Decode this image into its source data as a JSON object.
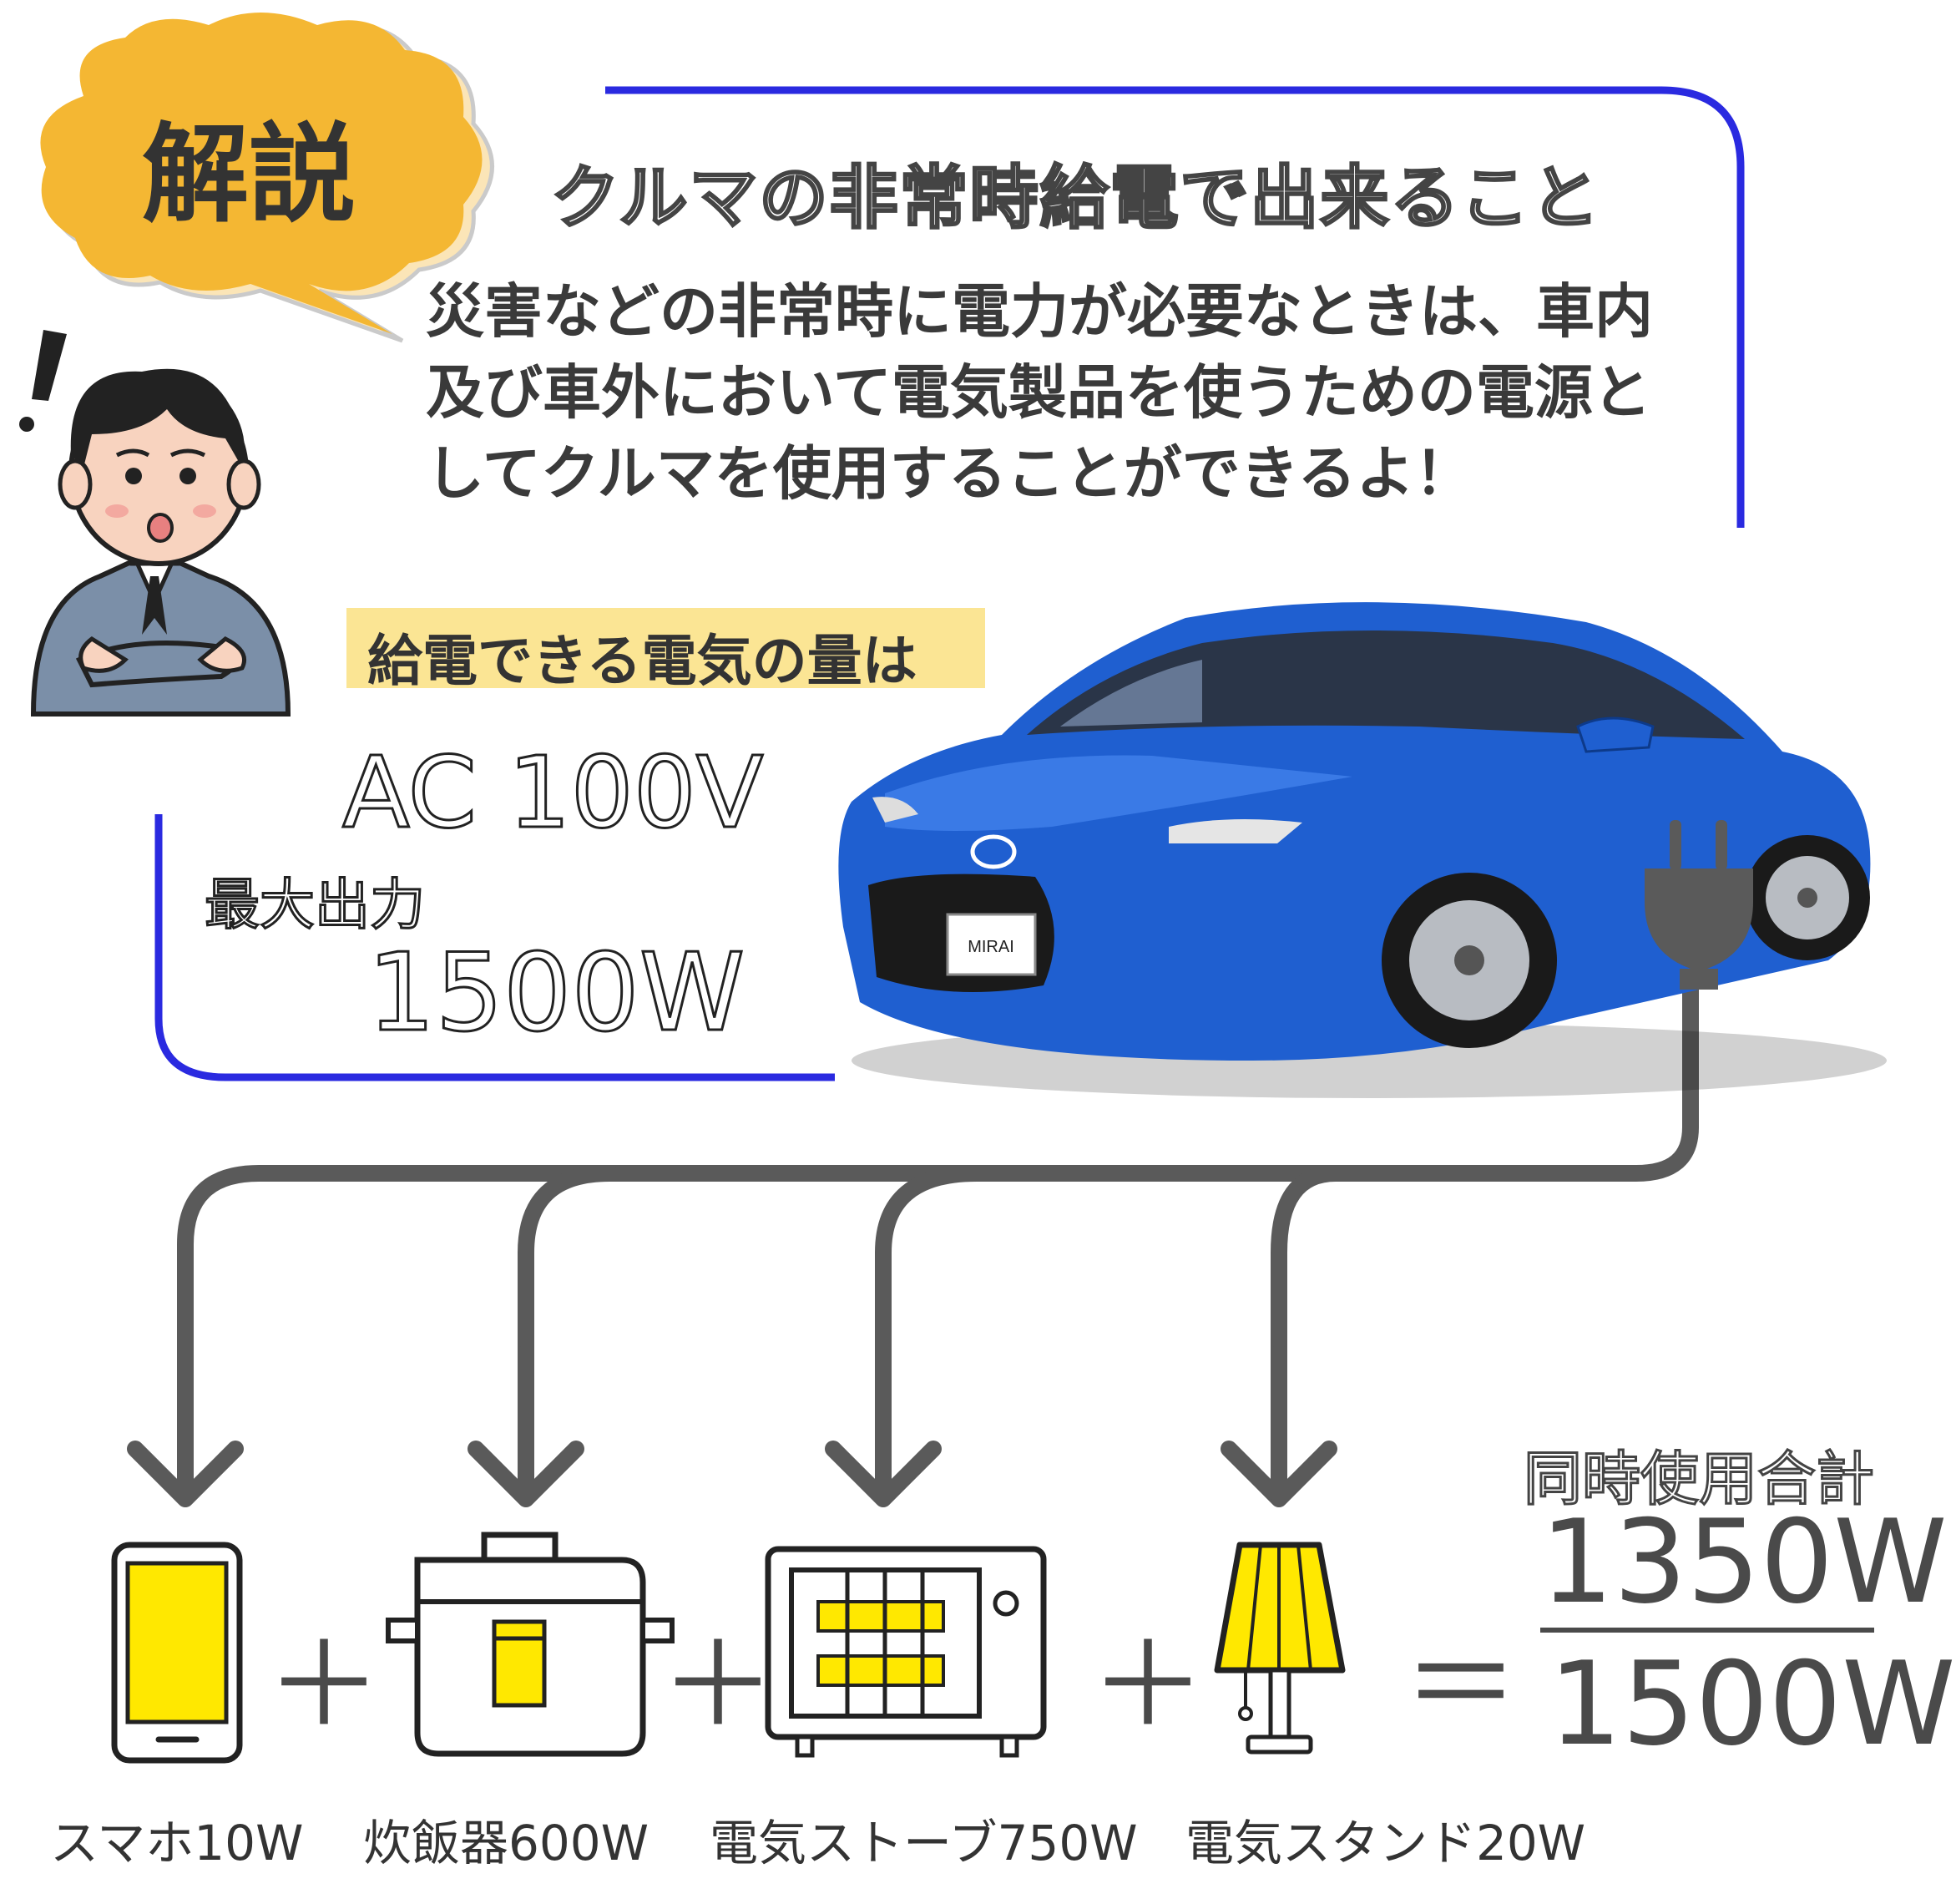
{
  "speech_bubble": {
    "label": "解説"
  },
  "heading": "クルマの非常時給電で出来ること",
  "description": "災害などの非常時に電力が必要なときは、車内及び車外において電気製品を使うための電源としてクルマを使用することができるよ！",
  "highlight_text": "給電できる電気の量は",
  "voltage": "AC 100V",
  "max_output_label": "最大出力",
  "max_output_value": "1500W",
  "appliances": [
    {
      "icon": "smartphone-icon",
      "caption": "スマホ10W"
    },
    {
      "icon": "rice-cooker-icon",
      "caption": "炊飯器600W"
    },
    {
      "icon": "electric-heater-icon",
      "caption": "電気ストーブ750W"
    },
    {
      "icon": "lamp-icon",
      "caption": "電気スタンド20W"
    }
  ],
  "operators": {
    "plus": "＋",
    "equals": "＝"
  },
  "total": {
    "label": "同時使用合計",
    "numerator": "1350W",
    "denominator": "1500W"
  },
  "colors": {
    "accent_blue": "#2a2ae0",
    "bubble_orange": "#f4b733",
    "highlight_yellow": "#fbe594",
    "appliance_yellow": "#ffe800",
    "car_blue": "#1f5fd0",
    "cable_gray": "#5a5a5a"
  }
}
